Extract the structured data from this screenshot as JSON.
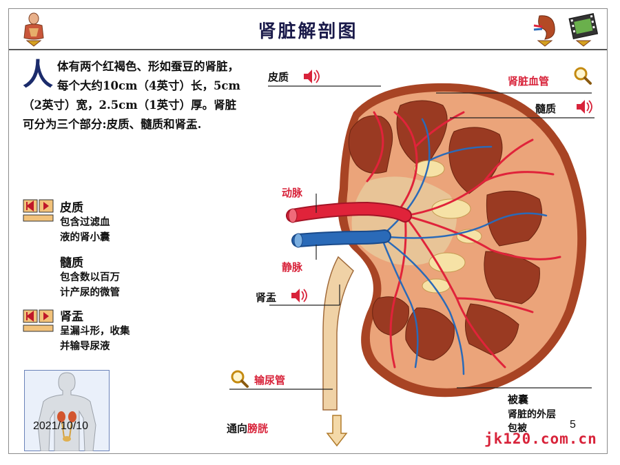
{
  "title": "肾脏解剖图",
  "intro": {
    "drop_cap": "人",
    "text": "体有两个红褐色、形如蚕豆的肾脏，每个大约10cm（4英寸）长，5cm（2英寸）宽，2.5cm（1英寸）厚。肾脏可分为三个部分:皮质、髓质和肾盂."
  },
  "sections": [
    {
      "heading": "皮质",
      "lines": [
        "包含过滤血",
        "液的肾小囊"
      ]
    },
    {
      "heading": "髓质",
      "lines": [
        "包含数以百万",
        "计产尿的微管"
      ]
    },
    {
      "heading": "肾盂",
      "lines": [
        "呈漏斗形，收集",
        "并输导尿液"
      ]
    }
  ],
  "labels": {
    "cortex": "皮质",
    "vessels": "肾脏血管",
    "medulla": "髓质",
    "artery": "动脉",
    "vein": "静脉",
    "pelvis": "肾盂",
    "ureter": "输尿管",
    "capsule": "被囊",
    "capsule_desc_1": "肾脏的外层",
    "capsule_desc_2": "包被",
    "to_prefix": "通向",
    "bladder": "膀胱"
  },
  "footer": {
    "date": "2021/10/10",
    "page": "5",
    "watermark": "jk120.com.cn"
  },
  "colors": {
    "cortex": "#e8a37c",
    "medulla": "#8b3a22",
    "artery": "#e0233a",
    "vein": "#2a6ab8",
    "capsule": "#9c3b1f",
    "accent": "#d8233a"
  }
}
